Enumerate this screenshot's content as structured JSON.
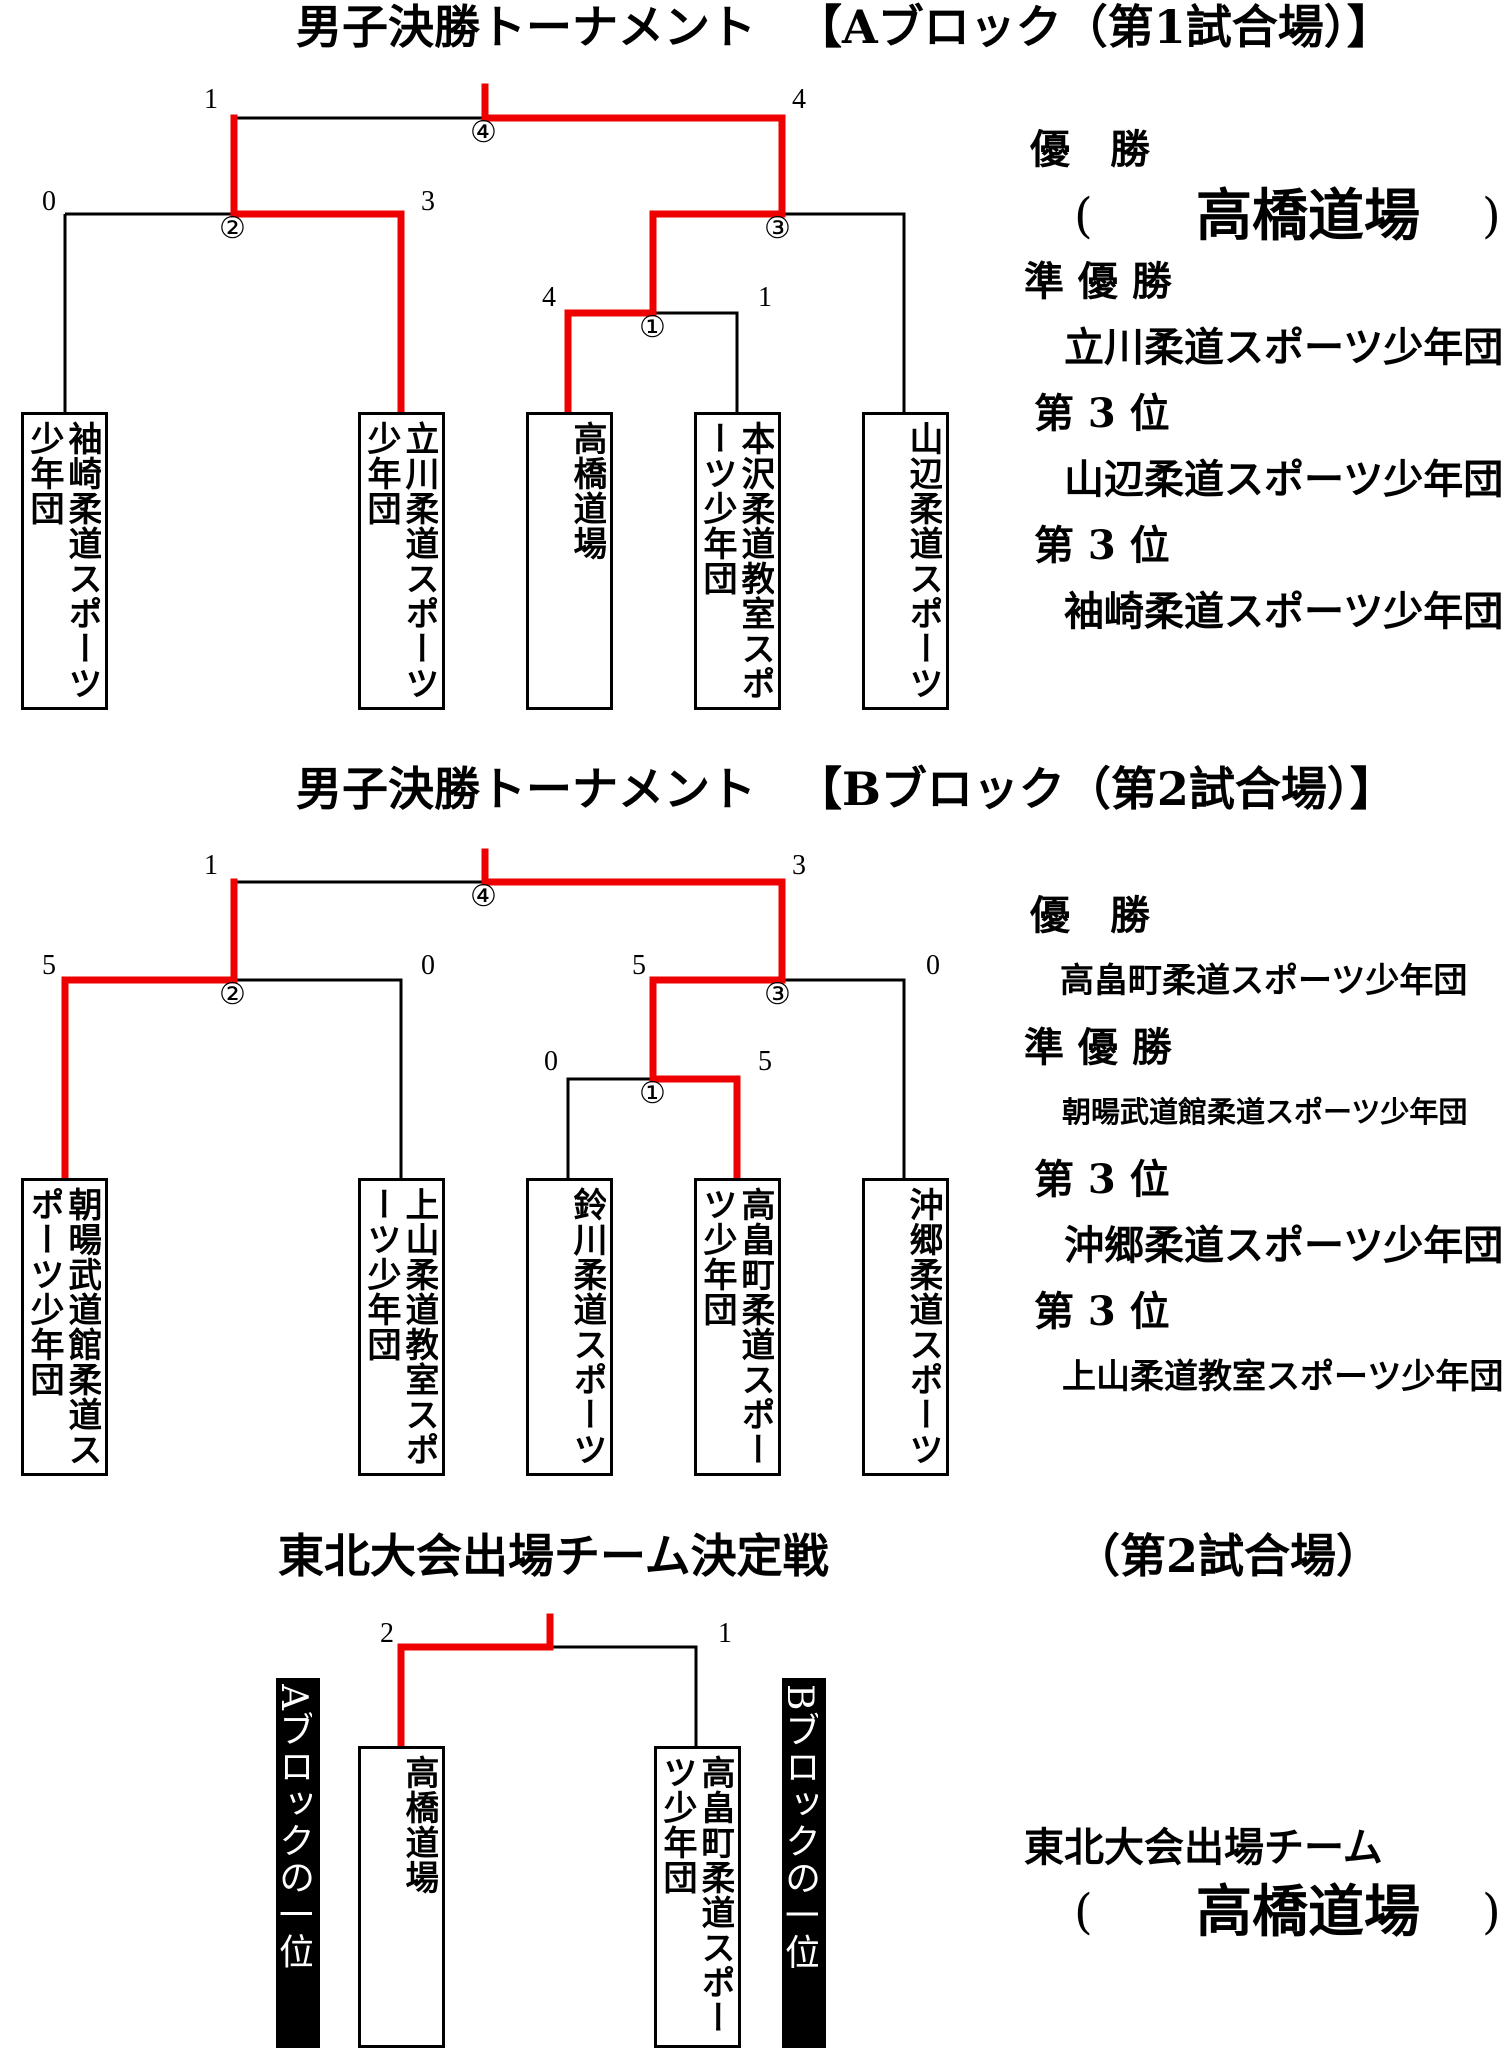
{
  "block_a": {
    "heading": "男子決勝トーナメント",
    "block_label": "【Aブロック（第1試合場）】",
    "teams": [
      "袖崎柔道スポーツ少年団",
      "立川柔道スポーツ少年団",
      "高橋道場",
      "本沢柔道教室スポーツ少年団",
      "山辺柔道スポーツ"
    ],
    "matches": {
      "m1": {
        "num": "①",
        "left_score": "4",
        "right_score": "1"
      },
      "m2": {
        "num": "②",
        "left_score": "0",
        "right_score": "3"
      },
      "m3": {
        "num": "③",
        "right_score": ""
      },
      "m4": {
        "num": "④",
        "left_score": "1",
        "right_score": "4"
      }
    },
    "results": {
      "winner_label": "優　勝",
      "winner": "高橋道場",
      "runner_up_label": "準 優 勝",
      "runner_up": "立川柔道スポーツ少年団",
      "third_label": "第 3 位",
      "third_1": "山辺柔道スポーツ少年団",
      "third_2": "袖崎柔道スポーツ少年団"
    }
  },
  "block_b": {
    "heading": "男子決勝トーナメント",
    "block_label": "【Bブロック（第2試合場）】",
    "teams": [
      "朝暘武道館柔道スポーツ少年団",
      "上山柔道教室スポーツ少年団",
      "鈴川柔道スポーツ",
      "高畠町柔道スポーツ少年団",
      "沖郷柔道スポーツ"
    ],
    "matches": {
      "m1": {
        "num": "①",
        "left_score": "0",
        "right_score": "5"
      },
      "m2": {
        "num": "②",
        "left_score": "5",
        "right_score": "0"
      },
      "m3": {
        "num": "③",
        "left_score": "5",
        "right_score": "0"
      },
      "m4": {
        "num": "④",
        "left_score": "1",
        "right_score": "3"
      }
    },
    "results": {
      "winner_label": "優　勝",
      "winner": "高畠町柔道スポーツ少年団",
      "runner_up_label": "準 優 勝",
      "runner_up": "朝暘武道館柔道スポーツ少年団",
      "third_label": "第 3 位",
      "third_1": "沖郷柔道スポーツ少年団",
      "third_2": "上山柔道教室スポーツ少年団"
    }
  },
  "final": {
    "heading": "東北大会出場チーム決定戦",
    "venue": "（第2試合場）",
    "left_tag": "Aブロックの一位",
    "right_tag": "Bブロックの一位",
    "left_team": "高橋道場",
    "right_team": "高畠町柔道スポーツ少年団",
    "left_score": "2",
    "right_score": "1",
    "result_label": "東北大会出場チーム",
    "result_team": "高橋道場"
  },
  "colors": {
    "win_line": "#ee0000",
    "line": "#000000"
  }
}
